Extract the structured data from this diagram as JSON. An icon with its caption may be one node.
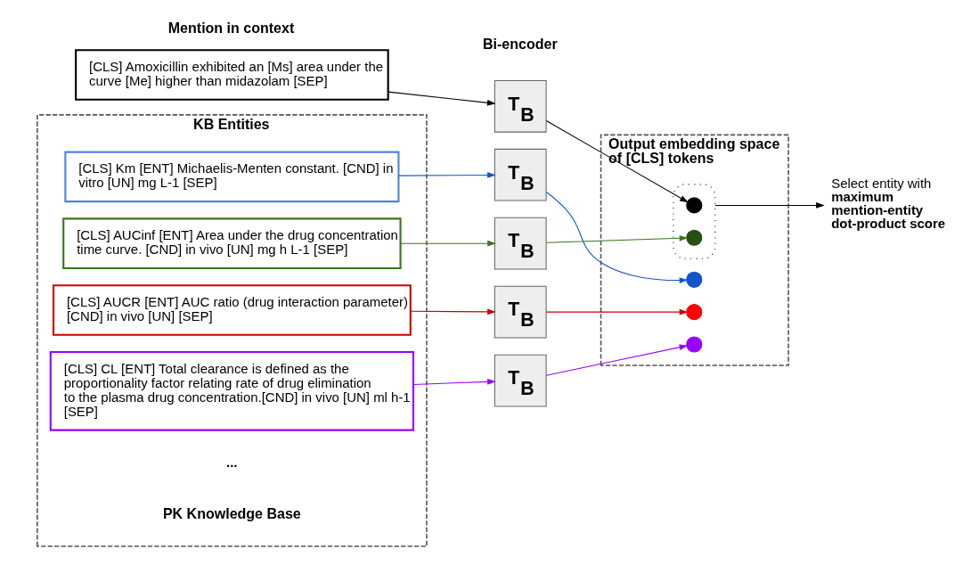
{
  "diagram": {
    "nodes": [
      {
        "text": [
          "Mention in context",
          "[CLS] Amoxicillin exhibited an [Ms] area under the curve [Me] higher than midazolam [SEP]"
        ]
      },
      {
        "text": [
          "KB Entities",
          "PK Knowledge Base"
        ]
      },
      {
        "text": [
          "[CLS] Km [ENT] Michaelis-Menten constant. [CND] in vitro [UN] mg L-1 [SEP]"
        ],
        "in": 1
      },
      {
        "text": [
          "[CLS] AUCinf [ENT] Area under the drug concentration time curve. [CND] in vivo [UN] mg h L-1 [SEP]"
        ],
        "in": 1
      },
      {
        "text": [
          "[CLS] AUCR [ENT] AUC ratio (drug interaction parameter) [CND] in vivo [UN] [SEP]"
        ],
        "in": 1
      },
      {
        "text": [
          "[CLS] CL [ENT] Total clearance is defined as the proportionality factor relating rate of drug elimination to the plasma drug concentration.[CND] in vivo [UN] ml h-1 [SEP]"
        ],
        "in": 1
      },
      {
        "text": [
          "T$_{B}$"
        ]
      },
      {
        "text": [
          "T$_{B}$"
        ]
      },
      {
        "text": [
          "T$_{B}$"
        ]
      },
      {
        "text": [
          "T$_{B}$"
        ]
      },
      {
        "text": [
          "T$_{B}$"
        ]
      },
      {
        "text": [
          "Output embedding space of [CLS] tokens"
        ]
      },
      {
        "text": [],
        "shape": "ellipse",
        "in": 11
      },
      {
        "text": [],
        "shape": "circle",
        "in": 12
      },
      {
        "text": [],
        "shape": "circle",
        "in": 11
      },
      {
        "text": [],
        "shape": "circle",
        "in": 12
      },
      {
        "text": [],
        "shape": "circle",
        "in": 11
      },
      {
        "text": [],
        "shape": "circle",
        "in": 11
      },
      {
        "text": [
          "Select entity with **maximum mention-entity dot-product score**"
        ]
      }
    ],
    "edges": [
      {
        "from": 0,
        "to": 6,
        "arrow": "to"
      },
      {
        "from": 2,
        "to": 7,
        "arrow": "to",
        "color": "#1155cc"
      },
      {
        "from": 3,
        "to": 8,
        "arrow": "to",
        "color": "#38761d"
      },
      {
        "from": 4,
        "to": 9,
        "arrow": "to",
        "color": "#cc0000"
      },
      {
        "from": 5,
        "to": 10,
        "arrow": "to",
        "color": "#9900ff"
      },
      {
        "from": 6,
        "to": 13,
        "arrow": "to"
      },
      {
        "from": 7,
        "to": 14,
        "arrow": "to",
        "color": "#1155cc"
      },
      {
        "from": 8,
        "to": 15,
        "arrow": "to",
        "color": "#38761d"
      },
      {
        "from": 9,
        "to": 16,
        "arrow": "to",
        "color": "#cc0000"
      },
      {
        "from": 10,
        "to": 17,
        "arrow": "to",
        "color": "#9900ff"
      },
      {
        "from": 12,
        "to": 18,
        "arrow": "to"
      }
    ],
    "labels": [
      "Bi-encoder",
      "..."
    ]
  }
}
